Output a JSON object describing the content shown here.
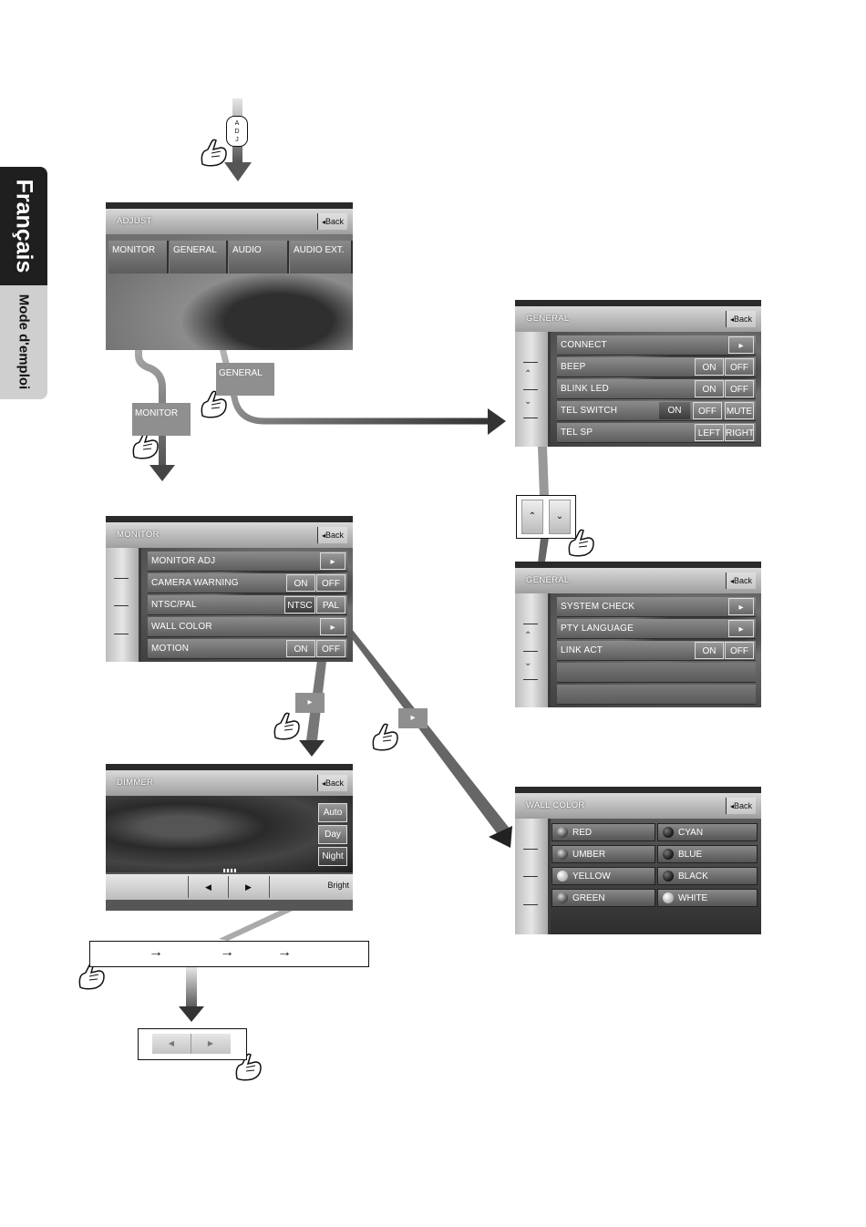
{
  "side_tab": {
    "language": "Français",
    "section": "Mode d'emploi"
  },
  "adj_key": "ADJ",
  "adjust": {
    "title": "ADJUST",
    "back": "Back",
    "tabs": [
      "MONITOR",
      "GENERAL",
      "AUDIO",
      "AUDIO EXT."
    ]
  },
  "callouts": {
    "general": "GENERAL",
    "monitor": "MONITOR"
  },
  "general_1": {
    "title": "GENERAL",
    "back": "Back",
    "rows": [
      {
        "label": "CONNECT"
      },
      {
        "label": "BEEP",
        "buttons": [
          "ON",
          "OFF"
        ]
      },
      {
        "label": "BLINK LED",
        "buttons": [
          "ON",
          "OFF"
        ]
      },
      {
        "label": "TEL SWITCH",
        "buttons": [
          "ON",
          "OFF",
          "MUTE"
        ]
      },
      {
        "label": "TEL SP",
        "buttons": [
          "LEFT",
          "RIGHT"
        ]
      }
    ]
  },
  "general_2": {
    "title": "GENERAL",
    "back": "Back",
    "rows": [
      {
        "label": "SYSTEM CHECK"
      },
      {
        "label": "PTY LANGUAGE"
      },
      {
        "label": "LINK ACT",
        "buttons": [
          "ON",
          "OFF"
        ]
      }
    ]
  },
  "monitor": {
    "title": "MONITOR",
    "back": "Back",
    "rows": [
      {
        "label": "MONITOR ADJ"
      },
      {
        "label": "CAMERA WARNING",
        "buttons": [
          "ON",
          "OFF"
        ]
      },
      {
        "label": "NTSC/PAL",
        "buttons": [
          "NTSC",
          "PAL"
        ]
      },
      {
        "label": "WALL COLOR"
      },
      {
        "label": "MOTION",
        "buttons": [
          "ON",
          "OFF"
        ]
      }
    ]
  },
  "dimmer": {
    "title": "DIMMER",
    "back": "Back",
    "modes": [
      "Auto",
      "Day",
      "Night"
    ],
    "bright": "Bright"
  },
  "wall_color": {
    "title": "WALL COLOR",
    "back": "Back",
    "colors": [
      [
        "RED",
        "CYAN"
      ],
      [
        "UMBER",
        "BLUE"
      ],
      [
        "YELLOW",
        "BLACK"
      ],
      [
        "GREEN",
        "WHITE"
      ]
    ]
  },
  "sequence_arrows": [
    "→",
    "→",
    "→"
  ]
}
